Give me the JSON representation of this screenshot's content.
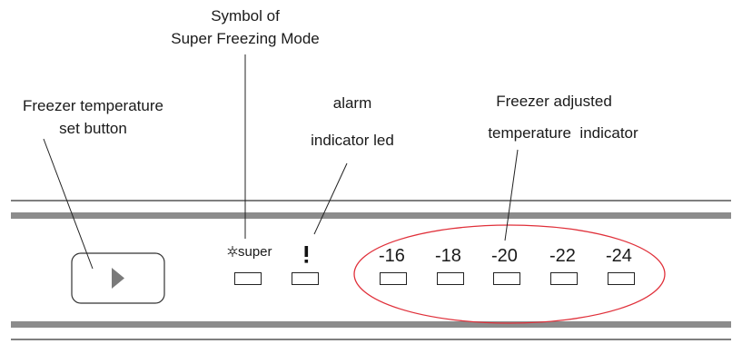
{
  "labels": {
    "super_symbol_line1": "Symbol of",
    "super_symbol_line2": "Super Freezing Mode",
    "set_button_line1": "Freezer temperature",
    "set_button_line2": "set button",
    "alarm_line1": "alarm",
    "alarm_line2": "indicator led",
    "adjusted_line1": "Freezer adjusted",
    "adjusted_line2": "temperature  indicator"
  },
  "panel": {
    "super_text": "super",
    "super_icon": "snowflake-icon",
    "alarm_mark": "!",
    "temperatures": [
      "-16",
      "-18",
      "-20",
      "-22",
      "-24"
    ],
    "set_button_icon": "play-triangle-icon"
  },
  "colors": {
    "highlight_ellipse": "#e0303a",
    "panel_band": "#8c8c8c"
  }
}
